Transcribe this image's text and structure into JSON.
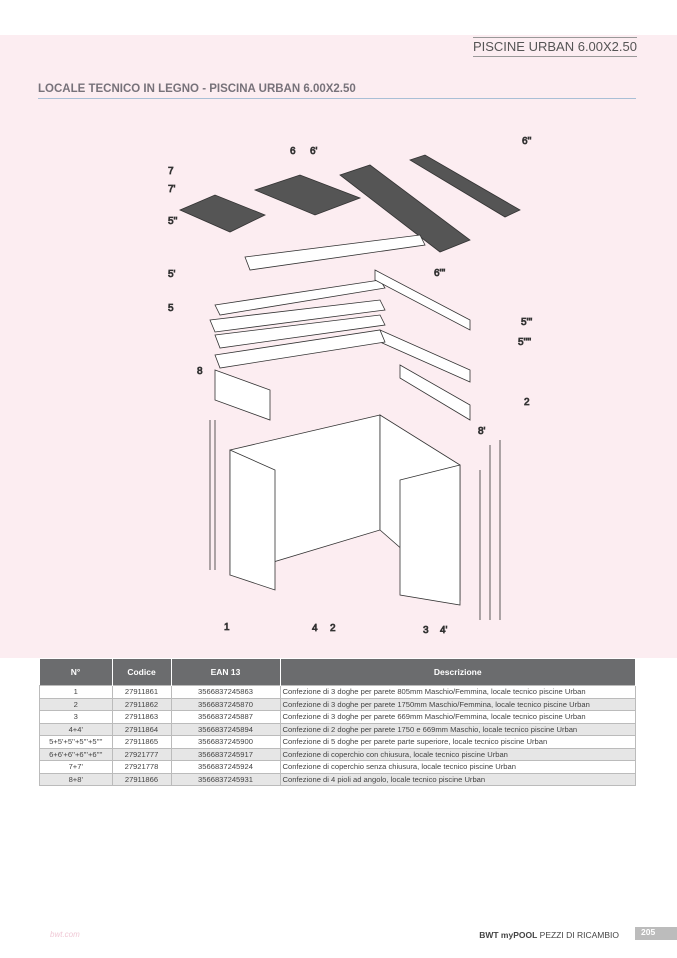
{
  "header": {
    "section": "PISCINE URBAN 6.00X2.50",
    "title": "LOCALE TECNICO IN LEGNO - PISCINA URBAN 6.00X2.50"
  },
  "diagram": {
    "callouts": [
      "6''",
      "6",
      "6'",
      "7",
      "7'",
      "5''",
      "6'''",
      "5'",
      "5",
      "5'''",
      "5''''",
      "8",
      "2",
      "8'",
      "1",
      "4",
      "2",
      "3",
      "4'"
    ]
  },
  "table": {
    "headers": [
      "N°",
      "Codice",
      "EAN 13",
      "Descrizione"
    ],
    "rows": [
      [
        "1",
        "27911861",
        "3566837245863",
        "Confezione di 3 doghe per parete 805mm Maschio/Femmina, locale tecnico piscine Urban"
      ],
      [
        "2",
        "27911862",
        "3566837245870",
        "Confezione di 3 doghe per parete 1750mm Maschio/Femmina, locale tecnico piscine Urban"
      ],
      [
        "3",
        "27911863",
        "3566837245887",
        "Confezione di 3 doghe per parete 669mm Maschio/Femmina, locale tecnico piscine Urban"
      ],
      [
        "4+4'",
        "27911864",
        "3566837245894",
        "Confezione di 2 doghe per parete 1750 e 669mm Maschio, locale tecnico piscine Urban"
      ],
      [
        "5+5'+5''+5'''+5''''",
        "27911865",
        "3566837245900",
        "Confezione di 5 doghe per parete parte superiore, locale tecnico piscine Urban"
      ],
      [
        "6+6'+6''+6'''+6''''",
        "27921777",
        "3566837245917",
        "Confezione di coperchio con chiusura, locale tecnico piscine Urban"
      ],
      [
        "7+7'",
        "27921778",
        "3566837245924",
        "Confezione di coperchio senza chiusura, locale tecnico piscine Urban"
      ],
      [
        "8+8'",
        "27911866",
        "3566837245931",
        "Confezione di 4 pioli ad angolo, locale tecnico piscine Urban"
      ]
    ]
  },
  "footer": {
    "logo": "bwt.com",
    "brand": "BWT myPOOL",
    "text": "PEZZI DI RICAMBIO",
    "page": "205"
  }
}
